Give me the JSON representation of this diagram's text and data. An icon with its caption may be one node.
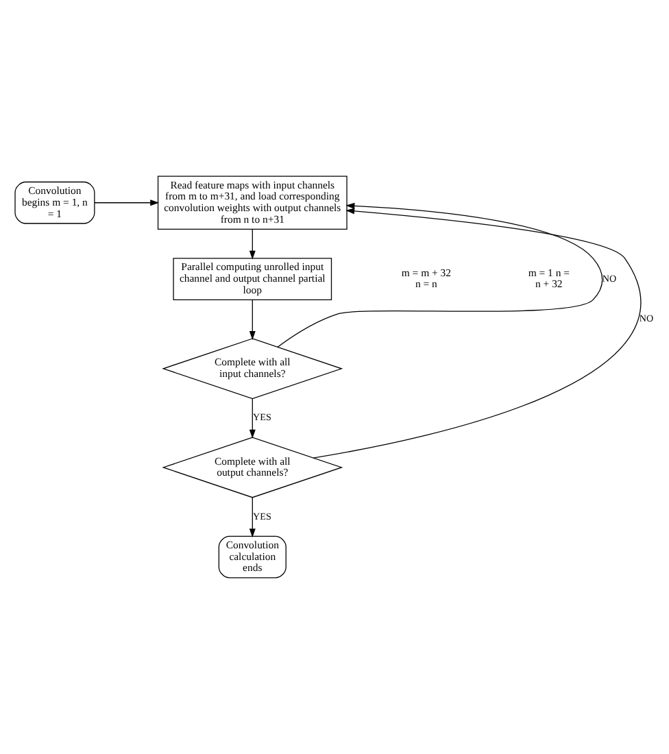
{
  "diagram": {
    "nodes": [
      {
        "text": [
          "Convolution begins m = 1, n = 1"
        ]
      },
      {
        "text": [
          "Read feature maps with input channels from m to m+31, and load corresponding convolution weights with output channels from n to n+31"
        ]
      },
      {
        "text": [
          "Parallel computing unrolled input channel and output channel partial loop"
        ]
      },
      {
        "text": [
          "Complete with all input channels?"
        ]
      },
      {
        "text": [
          "Complete with all output channels?"
        ]
      },
      {
        "text": [
          "Convolution calculation ends"
        ]
      }
    ],
    "edges": [
      {
        "from": 0,
        "to": 1,
        "arrow": "to"
      },
      {
        "from": 1,
        "to": 2,
        "arrow": "to"
      },
      {
        "from": 2,
        "to": 3,
        "arrow": "to"
      },
      {
        "from": 3,
        "to": 1,
        "arrow": "to",
        "label": "NO"
      },
      {
        "from": 3,
        "to": 4,
        "arrow": "to",
        "label": "YES"
      },
      {
        "from": 4,
        "to": 1,
        "arrow": "to",
        "label": "NO"
      },
      {
        "from": 4,
        "to": 5,
        "arrow": "to",
        "label": "YES"
      }
    ],
    "labels": [
      "m = m + 32 n = n",
      "m = 1 n = n + 32"
    ]
  }
}
